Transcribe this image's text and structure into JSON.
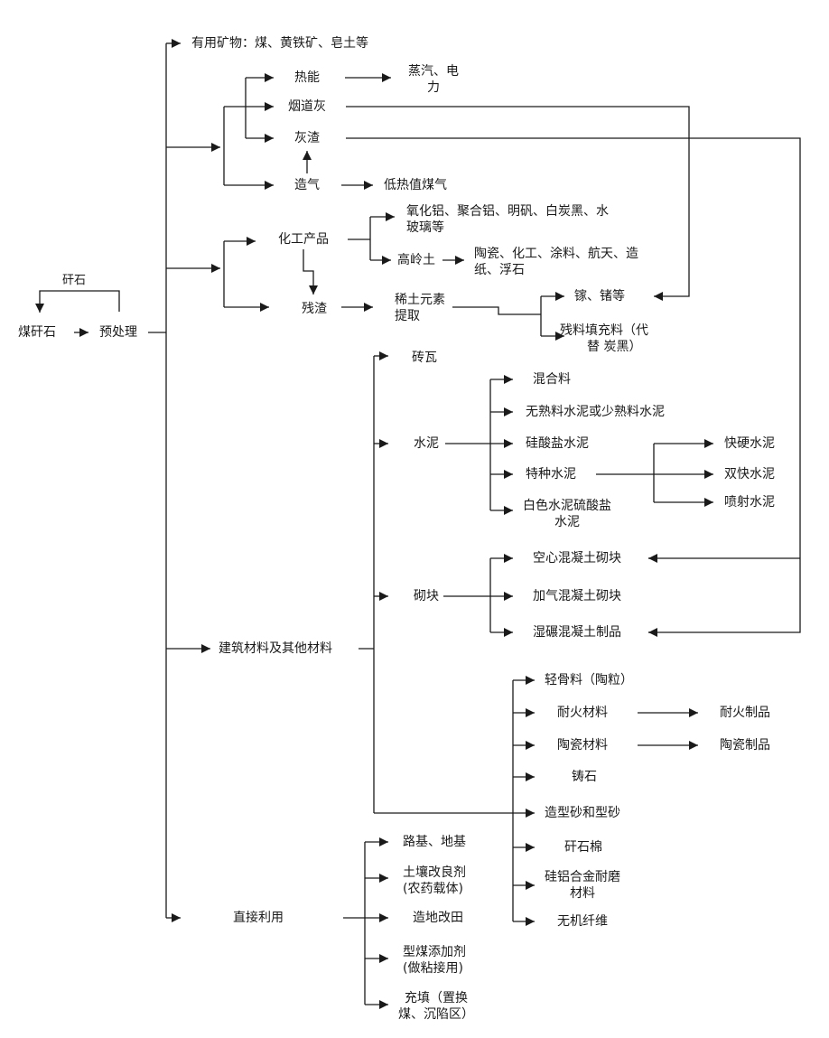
{
  "root": {
    "label": "煤矸石",
    "step": "预处理",
    "loop_label": "矸石"
  },
  "minerals": "有用矿物：煤、黄铁矿、皂土等",
  "energy": {
    "heat": "热能",
    "steam_l1": "蒸汽、电",
    "steam_l2": "力",
    "flue_ash": "烟道灰",
    "slag": "灰渣",
    "gasify": "造气",
    "low_gas": "低热值煤气"
  },
  "chemical": {
    "products": "化工产品",
    "alumina_l1": "氧化铝、聚合铝、明矾、白炭黑、水",
    "alumina_l2": "玻璃等",
    "kaolin": "高岭土",
    "kaolin_uses_l1": "陶瓷、化工、涂料、航天、造",
    "kaolin_uses_l2": "纸、浮石",
    "residue": "残渣",
    "rare_l1": "稀土元素",
    "rare_l2": "提取",
    "gallium": "镓、锗等",
    "filler_l1": "残料填充料（代",
    "filler_l2": "替 炭黑）"
  },
  "building": {
    "label": "建筑材料及其他材料",
    "brick": "砖瓦",
    "cement": "水泥",
    "cement_items": [
      "混合料",
      "无熟料水泥或少熟料水泥",
      "硅酸盐水泥",
      "特种水泥"
    ],
    "white_l1": "白色水泥硫酸盐",
    "white_l2": "水泥",
    "special": [
      "快硬水泥",
      "双快水泥",
      "喷射水泥"
    ],
    "block": "砌块",
    "block_items": [
      "空心混凝土砌块",
      "加气混凝土砌块",
      "湿碾混凝土制品"
    ],
    "other": [
      "轻骨料（陶粒）",
      "耐火材料",
      "陶瓷材料",
      "铸石",
      "造型砂和型砂",
      "矸石棉"
    ],
    "sial_l1": "硅铝合金耐磨",
    "sial_l2": "材料",
    "fiber": "无机纤维",
    "refractory_product": "耐火制品",
    "ceramic_product": "陶瓷制品"
  },
  "direct": {
    "label": "直接利用",
    "roadbed": "路基、地基",
    "soil_l1": "土壤改良剂",
    "soil_l2": "(农药载体)",
    "land": "造地改田",
    "coal_l1": "型煤添加剂",
    "coal_l2": "(做粘接用)",
    "fill_l1": "充填（置换",
    "fill_l2": "煤、沉陷区）"
  }
}
